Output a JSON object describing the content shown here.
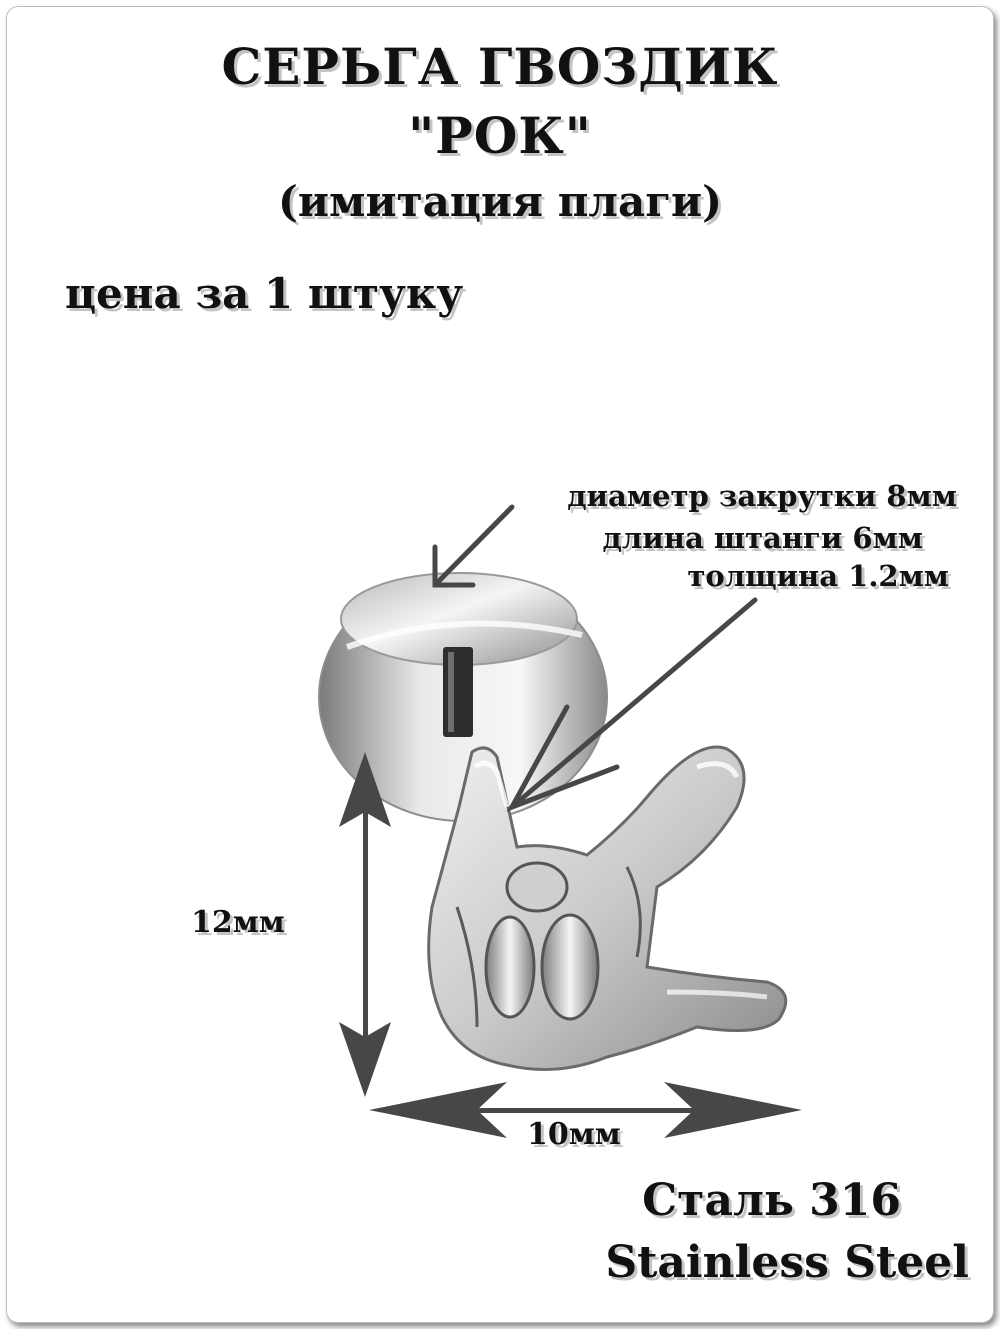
{
  "title": {
    "line1": "СЕРЬГА ГВОЗДИК",
    "line2": "\"РОК\"",
    "line3": "(имитация плаги)"
  },
  "price_note": "цена за 1 штуку",
  "specs": {
    "twist_diameter": "диаметр закрутки 8мм",
    "bar_length": "длина штанги 6мм",
    "thickness": "толщина 1.2мм"
  },
  "dimensions": {
    "height": "12мм",
    "width": "10мм"
  },
  "material": {
    "ru": "Сталь 316",
    "en": "Stainless Steel"
  },
  "colors": {
    "text": "#111111",
    "arrow": "#474747",
    "metal_light": "#f2f2f2",
    "metal_dark": "#6b6b6b"
  }
}
